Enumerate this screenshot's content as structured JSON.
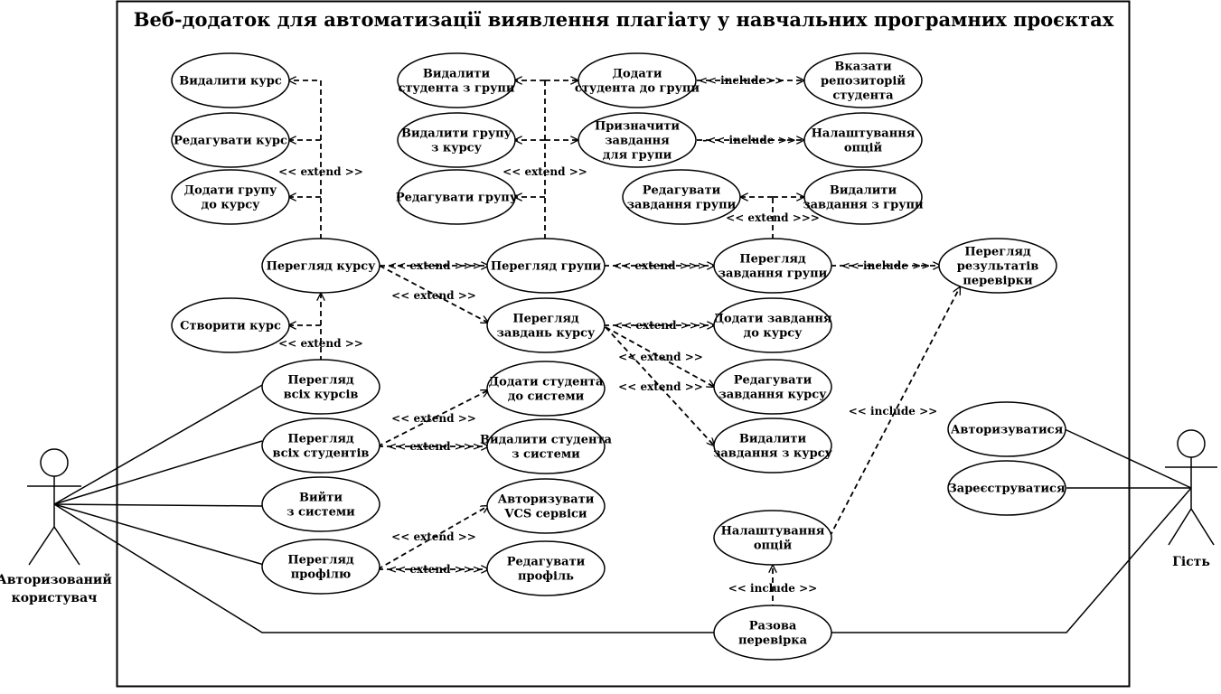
{
  "diagram": {
    "title": "Веб-додаток для автоматизації виявлення плагіату у навчальних програмних проєктах",
    "actors": {
      "authorized": [
        "Авторизований",
        "користувач"
      ],
      "guest": [
        "Гість"
      ]
    },
    "use_cases": {
      "delete_course": [
        "Видалити курс"
      ],
      "edit_course": [
        "Редагувати курс"
      ],
      "add_group_to_course": [
        "Додати групу",
        "до курсу"
      ],
      "view_course": [
        "Перегляд курсу"
      ],
      "create_course": [
        "Створити курс"
      ],
      "view_all_courses": [
        "Перегляд",
        "всіх курсів"
      ],
      "view_all_students": [
        "Перегляд",
        "всіх студентів"
      ],
      "logout": [
        "Вийти",
        "з системи"
      ],
      "view_profile": [
        "Перегляд",
        "профілю"
      ],
      "delete_student_from_group": [
        "Видалити",
        "студента з групи"
      ],
      "delete_group_from_course": [
        "Видалити групу",
        "з курсу"
      ],
      "edit_group": [
        "Редагувати групу"
      ],
      "view_group": [
        "Перегляд групи"
      ],
      "view_course_tasks": [
        "Перегляд",
        "завдань курсу"
      ],
      "add_student_to_system": [
        "Додати студента",
        "до системи"
      ],
      "delete_student_from_system": [
        "Видалити студента",
        "з системи"
      ],
      "authorize_vcs": [
        "Авторизувати",
        "VCS сервіси"
      ],
      "edit_profile": [
        "Редагувати",
        "профіль"
      ],
      "add_student_to_group": [
        "Додати",
        "студента до групи"
      ],
      "assign_task_to_group": [
        "Призначити",
        "завдання",
        "для групи"
      ],
      "specify_repository": [
        "Вказати",
        "репозиторій",
        "студента"
      ],
      "settings_options_top": [
        "Налаштування",
        "опцій"
      ],
      "edit_group_task": [
        "Редагувати",
        "завдання групи"
      ],
      "delete_group_task": [
        "Видалити",
        "завдання з групи"
      ],
      "view_group_task": [
        "Перегляд",
        "завдання групи"
      ],
      "view_check_results": [
        "Перегляд",
        "результатів",
        "перевірки"
      ],
      "add_course_task": [
        "Додати завдання",
        "до курсу"
      ],
      "edit_course_task": [
        "Редагувати",
        "завдання курсу"
      ],
      "delete_course_task": [
        "Видалити",
        "завдання з курсу"
      ],
      "settings_options_bottom": [
        "Налаштування",
        "опцій"
      ],
      "one_time_check": [
        "Разова",
        "перевірка"
      ],
      "sign_in": [
        "Авторизуватися"
      ],
      "sign_up": [
        "Зареєструватися"
      ]
    },
    "relation_labels": {
      "extend_a": "<< extend >>",
      "extend_b": "<< extend >>>",
      "include_a": "<< include >>",
      "include_b": "<< include>>",
      "include_c": "<< include>>-",
      "include_d": "-<< include >>"
    }
  }
}
